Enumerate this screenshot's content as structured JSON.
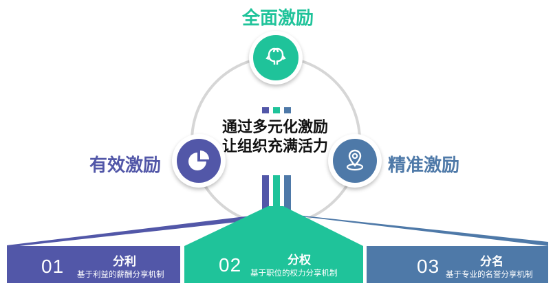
{
  "colors": {
    "green": "#1fc39a",
    "purple": "#5257a8",
    "blue": "#4e79a8",
    "ring": "#d6d6d6"
  },
  "center": {
    "line1": "通过多元化激励",
    "line2": "让组织充满活力"
  },
  "nodes": {
    "top": {
      "label": "全面激励",
      "icon": "two-heads-icon"
    },
    "left": {
      "label": "有效激励",
      "icon": "pie-chart-icon"
    },
    "right": {
      "label": "精准激励",
      "icon": "location-pin-icon"
    }
  },
  "cards": [
    {
      "num": "01",
      "title": "分利",
      "desc": "基于利益的薪酬分享机制"
    },
    {
      "num": "02",
      "title": "分权",
      "desc": "基于职位的权力分享机制"
    },
    {
      "num": "03",
      "title": "分名",
      "desc": "基于专业的名誉分享机制"
    }
  ]
}
